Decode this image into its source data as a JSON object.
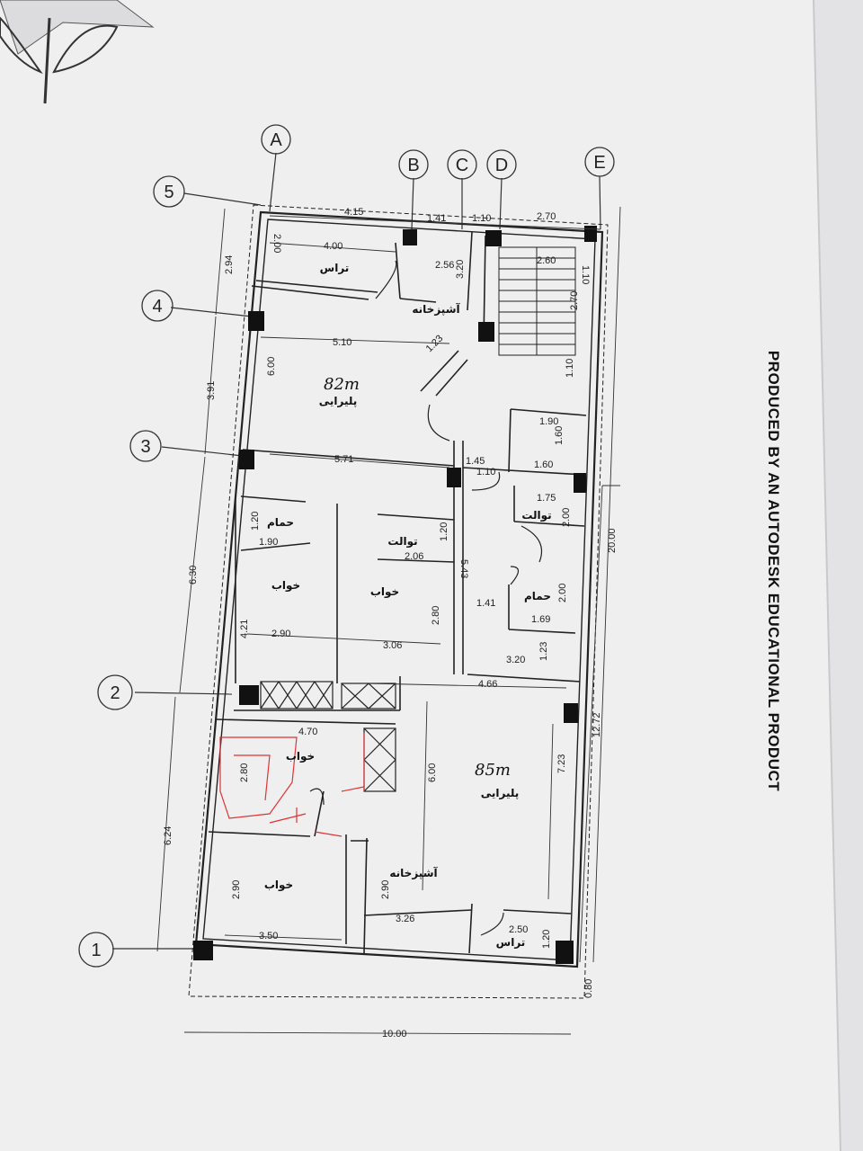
{
  "grid": {
    "columns": [
      "A",
      "B",
      "C",
      "D",
      "E"
    ],
    "rows": [
      "5",
      "4",
      "3",
      "2",
      "1"
    ]
  },
  "areas": [
    {
      "value": "82m",
      "label": "پلیرایی"
    },
    {
      "value": "85m",
      "label": "پلیرایی"
    }
  ],
  "rooms": {
    "teras_top": "تراس",
    "kitchen_top": "آشپزخانه",
    "bath_left": "حمام",
    "toilet_mid": "توالت",
    "toilet_right": "توالت",
    "bath_right": "حمام",
    "bed1": "خواب",
    "bed2": "خواب",
    "bed3": "خواب",
    "bed4": "خواب",
    "kitchen_bottom": "آشپزخانه",
    "teras_bottom": "تراس"
  },
  "dimensions": {
    "top_415": "4.15",
    "top_141": "1.41",
    "top_110": "1.10",
    "top_270": "2.70",
    "d400": "4.00",
    "d256": "2.56",
    "d260": "2.60",
    "d110a": "1.10",
    "d110b": "1.10",
    "d200_left": "2.00",
    "d320": "3.20",
    "d270v": "2.70",
    "d510": "5.10",
    "d123a": "1.23",
    "d600a": "6.00",
    "d190a": "1.90",
    "d160a": "1.60",
    "d145": "1.45",
    "d110c": "1.10",
    "d160b": "1.60",
    "d571": "5.71",
    "d175": "1.75",
    "d200b": "2.00",
    "d120a": "1.20",
    "d190b": "1.90",
    "d120b": "1.20",
    "d206": "2.06",
    "d543": "5.43",
    "d141": "1.41",
    "d200c": "2.00",
    "d169": "1.69",
    "d421": "4.21",
    "d280a": "2.80",
    "d290a": "2.90",
    "d306": "3.06",
    "d123b": "1.23",
    "d320b": "3.20",
    "d466": "4.66",
    "d470": "4.70",
    "d280b": "2.80",
    "d600b": "6.00",
    "d723": "7.23",
    "d290b": "2.90",
    "d290c": "2.90",
    "d326": "3.26",
    "d350": "3.50",
    "d250": "2.50",
    "d120c": "1.20",
    "d080": "0.80",
    "left_294": "2.94",
    "left_391": "3.91",
    "left_630": "6.30",
    "left_624": "6.24",
    "right_2000": "20.00",
    "right_1272": "12.72",
    "bottom_1000": "10.00"
  },
  "watermark": "PRODUCED BY AN AUTODESK EDUCATIONAL PRODUCT"
}
